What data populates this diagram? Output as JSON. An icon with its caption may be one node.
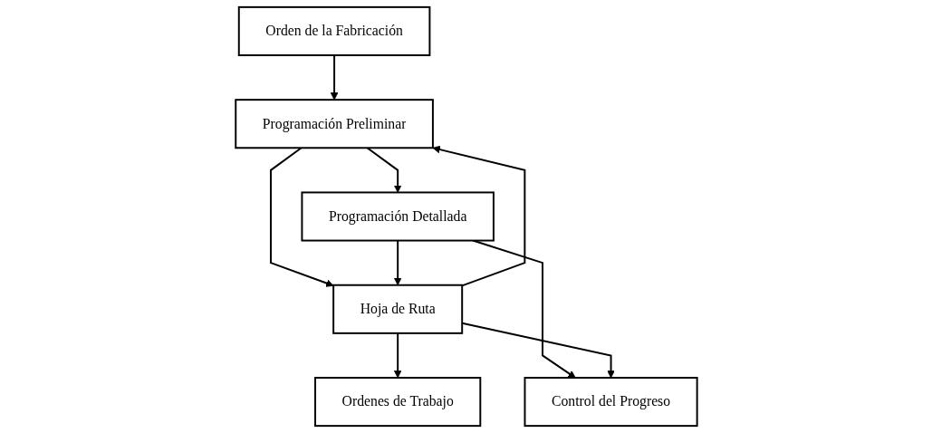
{
  "diagram": {
    "nodes": [
      {
        "text": [
          "Orden de la Fabricación"
        ]
      },
      {
        "text": [
          "Programación Preliminar"
        ]
      },
      {
        "text": [
          "Programación Detallada"
        ]
      },
      {
        "text": [
          "Hoja de Ruta"
        ]
      },
      {
        "text": [
          "Control del Progreso"
        ]
      },
      {
        "text": [
          "Ordenes de Trabajo"
        ]
      }
    ],
    "edges": [
      {
        "from": 0,
        "to": 1,
        "arrow": "to"
      },
      {
        "from": 1,
        "to": 2,
        "arrow": "to"
      },
      {
        "from": 1,
        "to": 3,
        "arrow": "to"
      },
      {
        "from": 2,
        "to": 3,
        "arrow": "to"
      },
      {
        "from": 2,
        "to": 4,
        "arrow": "to"
      },
      {
        "from": 3,
        "to": 5,
        "arrow": "to"
      },
      {
        "from": 3,
        "to": 4,
        "arrow": "to"
      },
      {
        "from": 3,
        "to": 1,
        "arrow": "to"
      }
    ]
  }
}
